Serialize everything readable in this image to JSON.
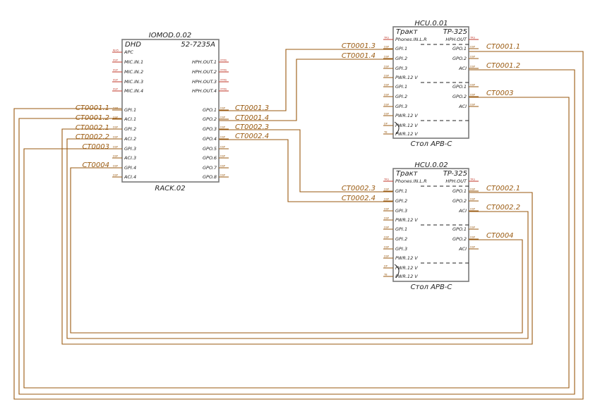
{
  "rack": {
    "top_label": "IOMOD.0.02",
    "bottom_label": "RACK.02",
    "head_left": "DHD",
    "head_right": "52-7235A",
    "left_pins": [
      "APC",
      "MIC.IN.1",
      "MIC.IN.2",
      "MIC.IN.3",
      "MIC.IN.4",
      "GPI.1",
      "ACI.1",
      "GPI.2",
      "ACI.2",
      "GPI.3",
      "ACI.3",
      "GPI.4",
      "ACI.4"
    ],
    "left_types": [
      "RJ45",
      "XSP",
      "XSP",
      "XSP",
      "XSP",
      "DSP",
      "DSP",
      "DSP",
      "DSP",
      "DSP",
      "DSP",
      "DSP",
      "DSP"
    ],
    "right_pins": [
      "HPH.OUT.1",
      "HPH.OUT.2",
      "HPH.OUT.3",
      "HPH.OUT.4",
      "GPO.1",
      "GPO.2",
      "GPO.3",
      "GPO.4",
      "GPO.5",
      "GPO.6",
      "GPO.7",
      "GPO.8"
    ],
    "right_types": [
      "XTRS",
      "XTRS",
      "XTRS",
      "XTRS",
      "DSP",
      "DSP",
      "DSP",
      "DSP",
      "DSP",
      "DSP",
      "DSP",
      "DSP"
    ]
  },
  "hcu1": {
    "top_label": "HCU.0.01",
    "bottom_label": "Стол АРВ-С",
    "head_left": "Тракт",
    "head_right": "TP-325",
    "left_pins": [
      "Phones.IN.L.R",
      "GPI.1",
      "GPI.2",
      "GPI.3",
      "PWR.12 V",
      "GPI.1",
      "GPI.2",
      "GPI.3",
      "PWR.12 V",
      "PWR.12 V",
      "PWR.12 V"
    ],
    "left_types": [
      "TRS",
      "DSP",
      "DSP",
      "DSP",
      "DSP",
      "DSP",
      "DSP",
      "DSP",
      "DSP",
      "DP",
      "TB"
    ],
    "right_pins": [
      "HPH.OUT",
      "GPO.1",
      "GPO.2",
      "ACI",
      "GPO.1",
      "GPO.2",
      "ACI"
    ],
    "right_types": [
      "TRS",
      "DSP",
      "DSP",
      "DSP",
      "DSP",
      "DSP",
      "DSP"
    ]
  },
  "hcu2": {
    "top_label": "HCU.0.02",
    "bottom_label": "Стол АРВ-С",
    "head_left": "Тракт",
    "head_right": "TP-325",
    "left_pins": [
      "Phones.IN.L.R",
      "GPI.1",
      "GPI.2",
      "GPI.3",
      "PWR.12 V",
      "GPI.1",
      "GPI.2",
      "GPI.3",
      "PWR.12 V",
      "PWR.12 V",
      "PWR.12 V"
    ],
    "left_types": [
      "TRS",
      "DSP",
      "DSP",
      "DSP",
      "DSP",
      "DSP",
      "DSP",
      "DSP",
      "DSP",
      "DP",
      "TB"
    ],
    "right_pins": [
      "HPH.OUT",
      "GPO.1",
      "GPO.2",
      "ACI",
      "GPO.1",
      "GPO.2",
      "ACI"
    ],
    "right_types": [
      "TRS",
      "DSP",
      "DSP",
      "DSP",
      "DSP",
      "DSP",
      "DSP"
    ]
  },
  "cable_labels": {
    "rack_in_1": "CT0001.1",
    "rack_in_2": "CT0001.2",
    "rack_in_3": "CT0002.1",
    "rack_in_4": "CT0002.2",
    "rack_in_5": "CT0003",
    "rack_in_6": "CT0004",
    "rack_out_1": "CT0001.3",
    "rack_out_2": "CT0001.4",
    "rack_out_3": "CT0002.3",
    "rack_out_4": "CT0002.4",
    "hcu1_in_1": "CT0001.3",
    "hcu1_in_2": "CT0001.4",
    "hcu1_out_1": "CT0001.1",
    "hcu1_out_2": "CT0001.2",
    "hcu1_out_3": "CT0003",
    "hcu2_in_1": "CT0002.3",
    "hcu2_in_2": "CT0002.4",
    "hcu2_out_1": "CT0002.1",
    "hcu2_out_2": "CT0002.2",
    "hcu2_out_3": "CT0004"
  },
  "colors": {
    "wire": "#9a5a10",
    "box": "#7a7a7a",
    "accent": "#c0392b"
  }
}
